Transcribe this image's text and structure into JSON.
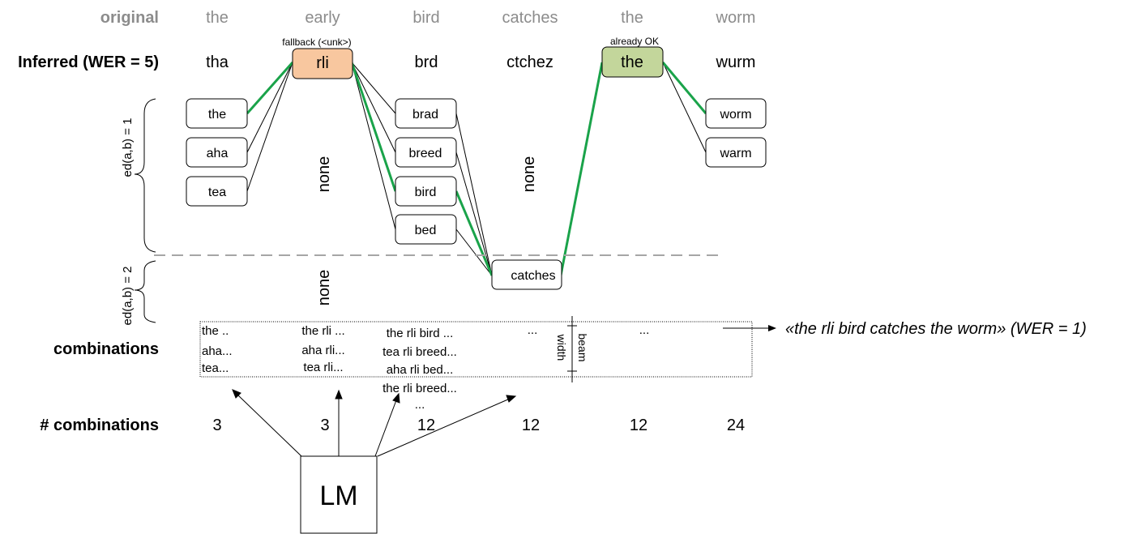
{
  "rows": {
    "original": "original",
    "inferred": "Inferred (WER = 5)",
    "combinations": "combinations",
    "num_combinations": "# combinations"
  },
  "original_words": [
    "the",
    "early",
    "bird",
    "catches",
    "the",
    "worm"
  ],
  "inferred_words": [
    "tha",
    "rli",
    "brd",
    "ctchez",
    "the",
    "wurm"
  ],
  "annotations": {
    "fallback": "fallback (<unk>)",
    "already_ok": "already OK"
  },
  "candidates": {
    "col1": [
      "the",
      "aha",
      "tea"
    ],
    "col3": [
      "brad",
      "breed",
      "bird",
      "bed"
    ],
    "col6": [
      "worm",
      "warm"
    ],
    "ed2_col4": "catches"
  },
  "none_label": "none",
  "brace_labels": {
    "ed1": "ed(a,b) = 1",
    "ed2": "ed(a,b) = 2"
  },
  "combination_lines": {
    "col1": [
      "the ..",
      "aha...",
      "tea..."
    ],
    "col2": [
      "the rli ...",
      "aha rli...",
      "tea rli..."
    ],
    "col3": [
      "the rli bird ...",
      "tea rli breed...",
      "aha rli bed...",
      "the rli breed...",
      "..."
    ],
    "col4": "...",
    "col5": "..."
  },
  "beam_width": [
    "beam",
    "width"
  ],
  "result": "«the rli bird catches the worm» (WER = 1)",
  "counts": [
    "3",
    "3",
    "12",
    "12",
    "12",
    "24"
  ],
  "lm_label": "LM",
  "colors": {
    "green_path": "#1aa34a",
    "fallback_fill": "#f8c79f",
    "ok_fill": "#c3d69b",
    "gray_text": "#8c8c8c",
    "line": "#000000",
    "dashed": "#a6a6a6"
  }
}
